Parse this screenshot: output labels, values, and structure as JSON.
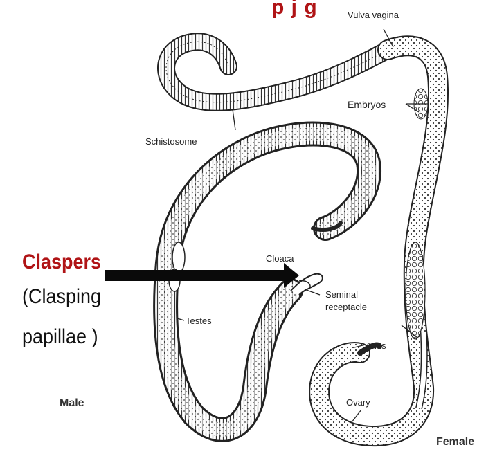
{
  "title_fragment": "p          j   g",
  "labels": {
    "vulva_vagina": "Vulva  vagina",
    "embryos": "Embryos",
    "schistosome": "Schistosome",
    "cloaca": "Cloaca",
    "seminal_receptacle_line1": "Seminal",
    "seminal_receptacle_line2": "receptacle",
    "testes": "Testes",
    "anus": "Anus",
    "ovary": "Ovary",
    "male": "Male",
    "female": "Female"
  },
  "callout": {
    "title": "Claspers",
    "line1": "(Clasping",
    "line2": "papillae )"
  },
  "colors": {
    "accent": "#b01416",
    "arrow": "#0a0a0a",
    "ink": "#222222"
  }
}
